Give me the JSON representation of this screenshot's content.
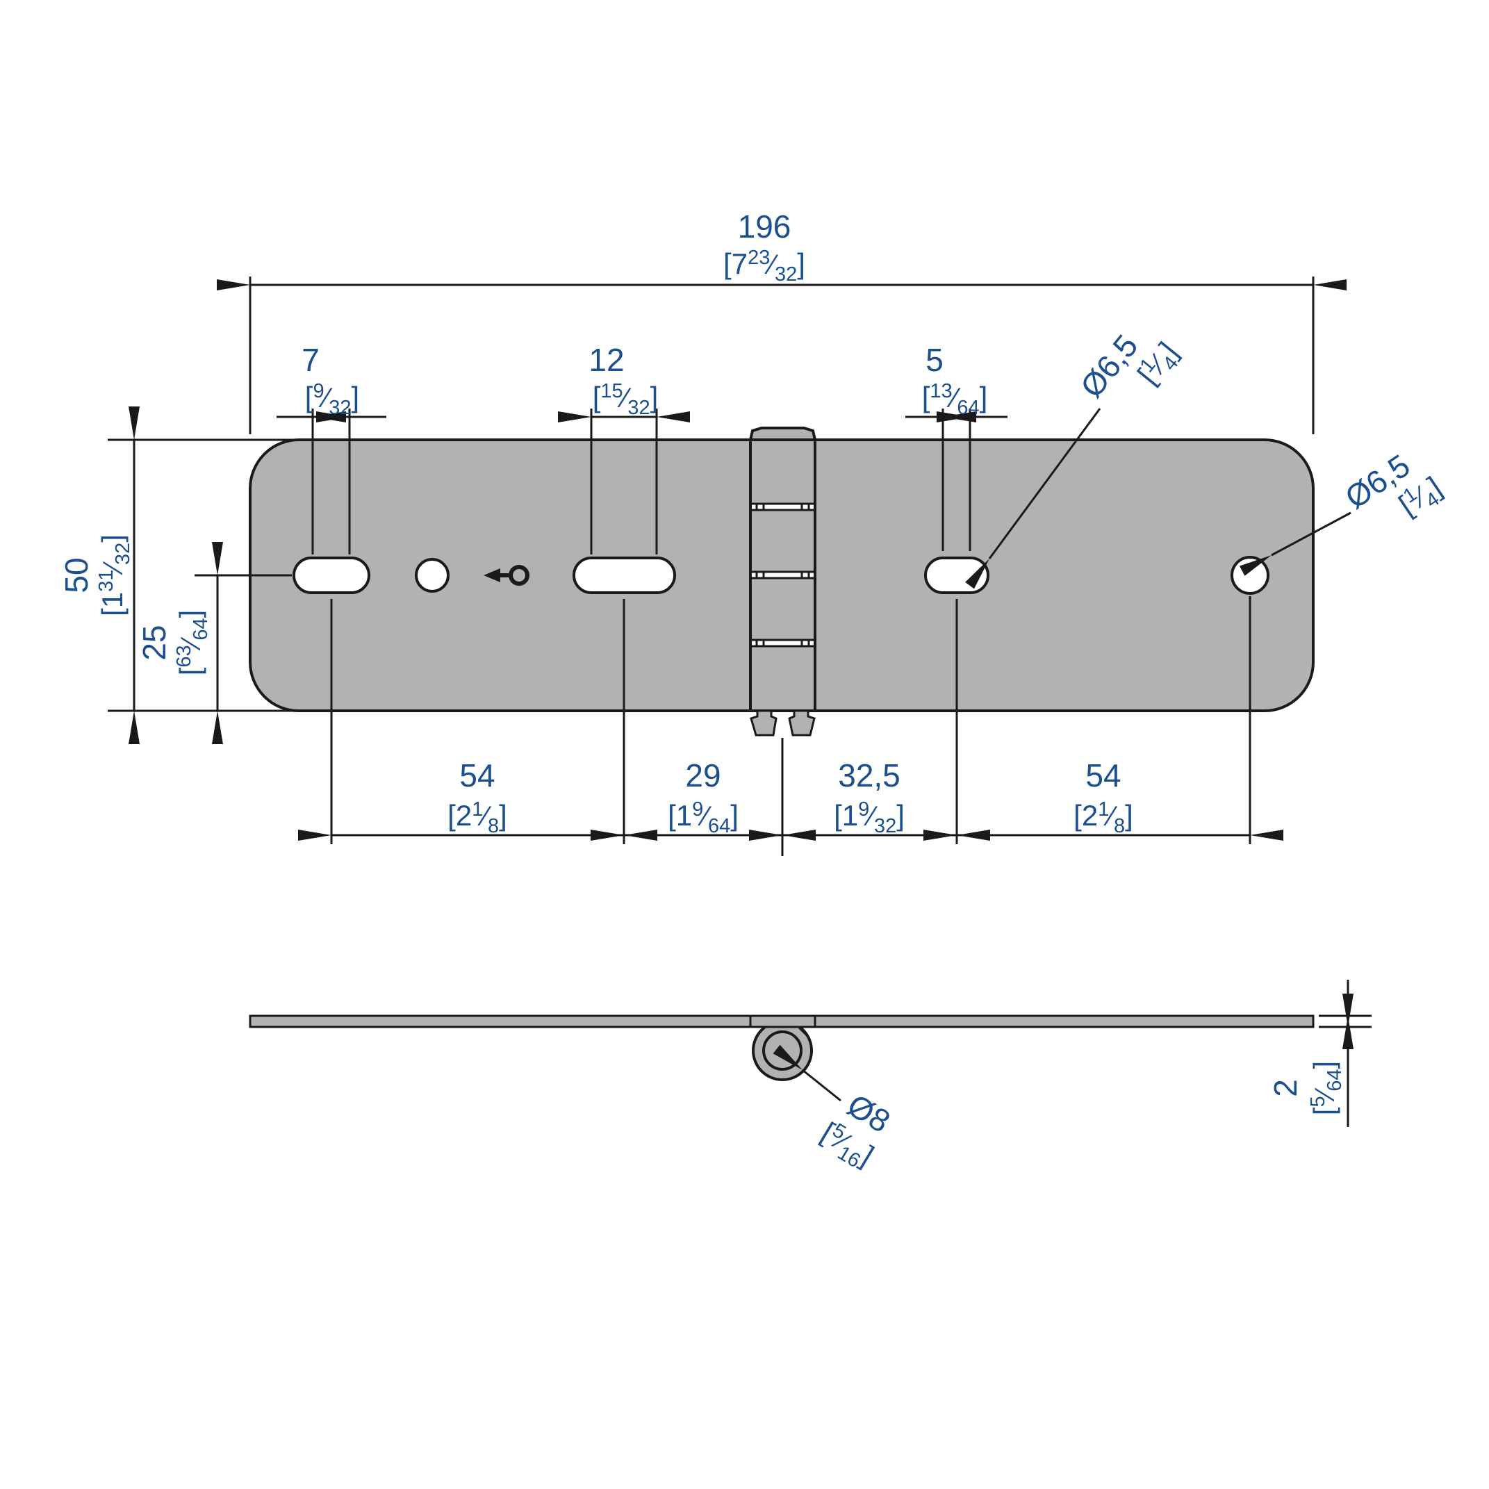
{
  "colors": {
    "plate_fill": "#b2b2b2",
    "line": "#1a1a1a",
    "dimension_text": "#1b4f8e",
    "hole_fill": "#ffffff",
    "background": "#ffffff"
  },
  "frac_slash": "⁄",
  "icons": {
    "orientation_marker": "arrow-left-circle"
  },
  "top_view": {
    "dims": {
      "overall_width": {
        "mm": "196",
        "pre": "[7",
        "num": "23",
        "den": "32",
        "suf": "]"
      },
      "slot1_length": {
        "mm": "7",
        "pre": "[",
        "num": "9",
        "den": "32",
        "suf": "]"
      },
      "slot2_length": {
        "mm": "12",
        "pre": "[",
        "num": "15",
        "den": "32",
        "suf": "]"
      },
      "slot3_length": {
        "mm": "5",
        "pre": "[",
        "num": "13",
        "den": "64",
        "suf": "]"
      },
      "slot_diameter": {
        "mm": "Ø6,5",
        "pre": "[",
        "num": "1",
        "den": "4",
        "suf": "]"
      },
      "end_hole_diameter": {
        "mm": "Ø6,5",
        "pre": "[",
        "num": "1",
        "den": "4",
        "suf": "]"
      },
      "overall_height": {
        "mm": "50",
        "pre": "[1",
        "num": "31",
        "den": "32",
        "suf": "]"
      },
      "hole_centerline": {
        "mm": "25",
        "pre": "[",
        "num": "63",
        "den": "64",
        "suf": "]"
      },
      "pitch_slot1_slot2": {
        "mm": "54",
        "pre": "[2",
        "num": "1",
        "den": "8",
        "suf": "]"
      },
      "pitch_slot2_hinge": {
        "mm": "29",
        "pre": "[1",
        "num": "9",
        "den": "64",
        "suf": "]"
      },
      "pitch_hinge_slot3": {
        "mm": "32,5",
        "pre": "[1",
        "num": "9",
        "den": "32",
        "suf": "]"
      },
      "pitch_slot3_hole": {
        "mm": "54",
        "pre": "[2",
        "num": "1",
        "den": "8",
        "suf": "]"
      }
    }
  },
  "side_view": {
    "dims": {
      "pin_diameter": {
        "mm": "Ø8",
        "pre": "[",
        "num": "5",
        "den": "16",
        "suf": "]"
      },
      "thickness": {
        "mm": "2",
        "pre": "[",
        "num": "5",
        "den": "64",
        "suf": "]"
      }
    }
  }
}
